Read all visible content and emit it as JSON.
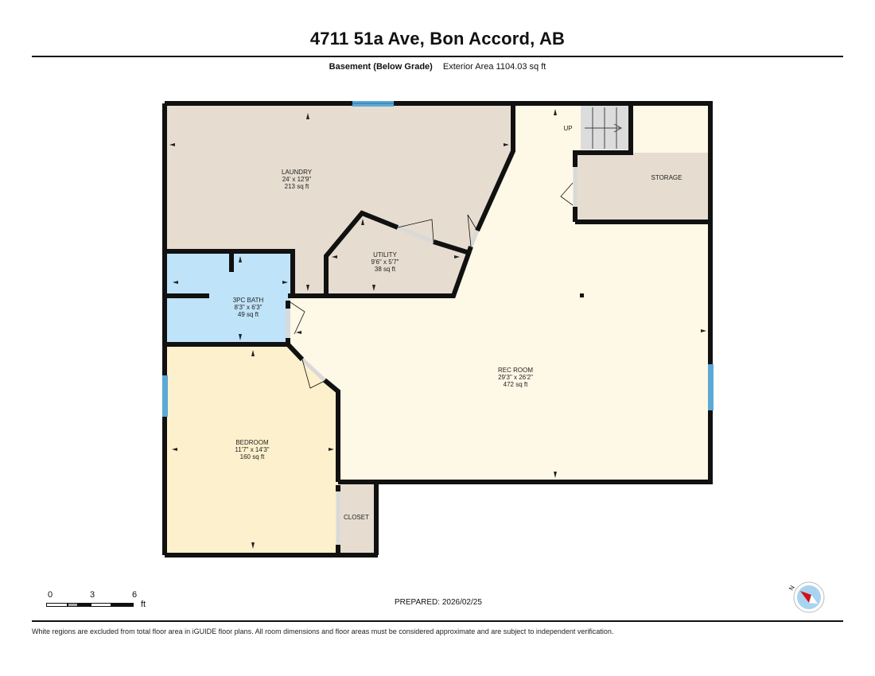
{
  "header": {
    "title": "4711 51a Ave, Bon Accord, AB",
    "floor_name": "Basement (Below Grade)",
    "area_label": "Exterior Area 1104.03 sq ft"
  },
  "rooms": [
    {
      "name": "LAUNDRY",
      "dims": "24' x 12'9\"",
      "area": "213 sq ft",
      "color": "#e6ddd0"
    },
    {
      "name": "UTILITY",
      "dims": "9'6\" x 5'7\"",
      "area": "38 sq ft",
      "color": "#e6ddd0"
    },
    {
      "name": "3PC BATH",
      "dims": "8'3\" x 6'3\"",
      "area": "49 sq ft",
      "color": "#bfe3f8"
    },
    {
      "name": "BEDROOM",
      "dims": "11'7\" x 14'3\"",
      "area": "160 sq ft",
      "color": "#fdf0cc"
    },
    {
      "name": "REC ROOM",
      "dims": "29'3\" x 26'2\"",
      "area": "472 sq ft",
      "color": "#fef8e6"
    },
    {
      "name": "STORAGE",
      "color": "#e6ddd0"
    },
    {
      "name": "CLOSET",
      "color": "#e6ddd0"
    }
  ],
  "stairs": {
    "label": "UP"
  },
  "scale": {
    "ticks": [
      "0",
      "3",
      "6"
    ],
    "unit": "ft"
  },
  "footer": {
    "prepared": "PREPARED: 2026/02/25",
    "disclaimer": "White regions are excluded from total floor area in iGUIDE floor plans. All room dimensions and floor areas must be considered approximate and are subject to independent verification."
  },
  "compass": {
    "label": "N"
  },
  "colors": {
    "wall": "#111111",
    "window": "#5aa9d6",
    "door": "#d9d9d9",
    "compass_needle": "#d0121b"
  }
}
